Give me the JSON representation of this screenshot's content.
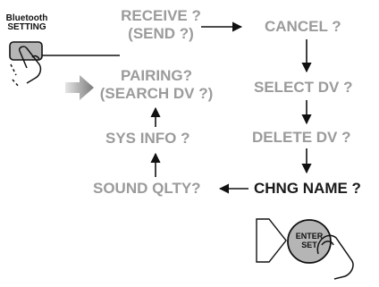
{
  "button": {
    "label_line1": "Bluetooth",
    "label_line2": "SETTING"
  },
  "menu": {
    "receive_line1": "RECEIVE ?",
    "receive_line2": "(SEND ?)",
    "pairing_line1": "PAIRING?",
    "pairing_line2": "(SEARCH DV ?)",
    "sys_info": "SYS INFO ?",
    "sound_qlty": "SOUND QLTY?",
    "cancel": "CANCEL ?",
    "select_dv": "SELECT DV ?",
    "delete_dv": "DELETE DV ?",
    "chng_name": "CHNG NAME ?"
  },
  "enter_button": {
    "line1": "ENTER",
    "line2": "SET"
  },
  "colors": {
    "menu_gray": "#9b9b9b",
    "active_black": "#1a1a1a",
    "button_gray": "#b5b5b5"
  }
}
